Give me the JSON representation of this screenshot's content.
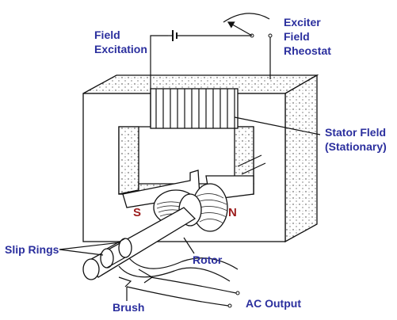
{
  "colors": {
    "label_blue": "#2b2f9e",
    "pole_red": "#9b1b1b",
    "line": "#111111",
    "background": "#ffffff"
  },
  "labels": {
    "field_excitation_1": "Field",
    "field_excitation_2": "Excitation",
    "exciter_1": "Exciter",
    "exciter_2": "Field",
    "exciter_3": "Rheostat",
    "stator_1": "Stator Fleld",
    "stator_2": "(Stationary)",
    "pole_s": "S",
    "pole_n": "N",
    "slip_rings": "Slip Rings",
    "rotor": "Rotor",
    "brush": "Brush",
    "ac_output": "AC Output"
  },
  "icons": {
    "battery": "battery-icon",
    "rheostat": "rheostat-icon",
    "coil": "coil-icon"
  }
}
